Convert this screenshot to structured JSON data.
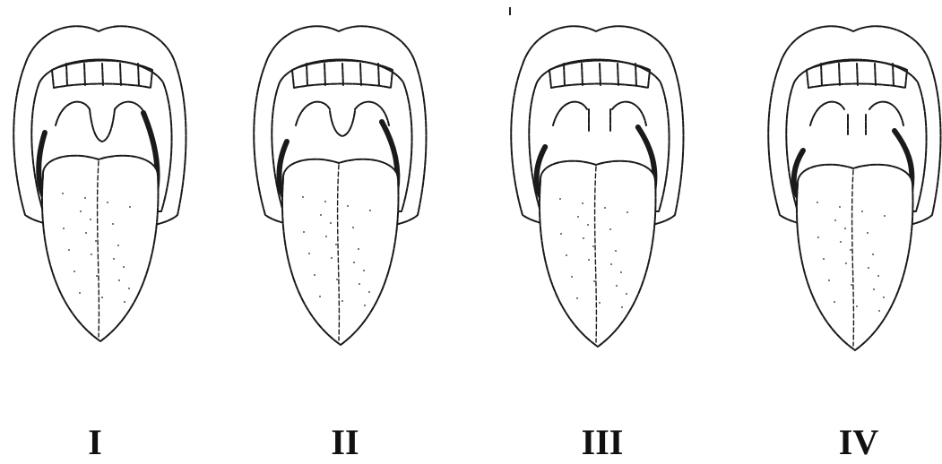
{
  "figure": {
    "colors": {
      "ink": "#1a1a1a",
      "background": "#ffffff"
    },
    "panels": [
      {
        "label": "I",
        "uvula_visibility": "full"
      },
      {
        "label": "II",
        "uvula_visibility": "partial"
      },
      {
        "label": "III",
        "uvula_visibility": "base"
      },
      {
        "label": "IV",
        "uvula_visibility": "hidden"
      }
    ]
  }
}
